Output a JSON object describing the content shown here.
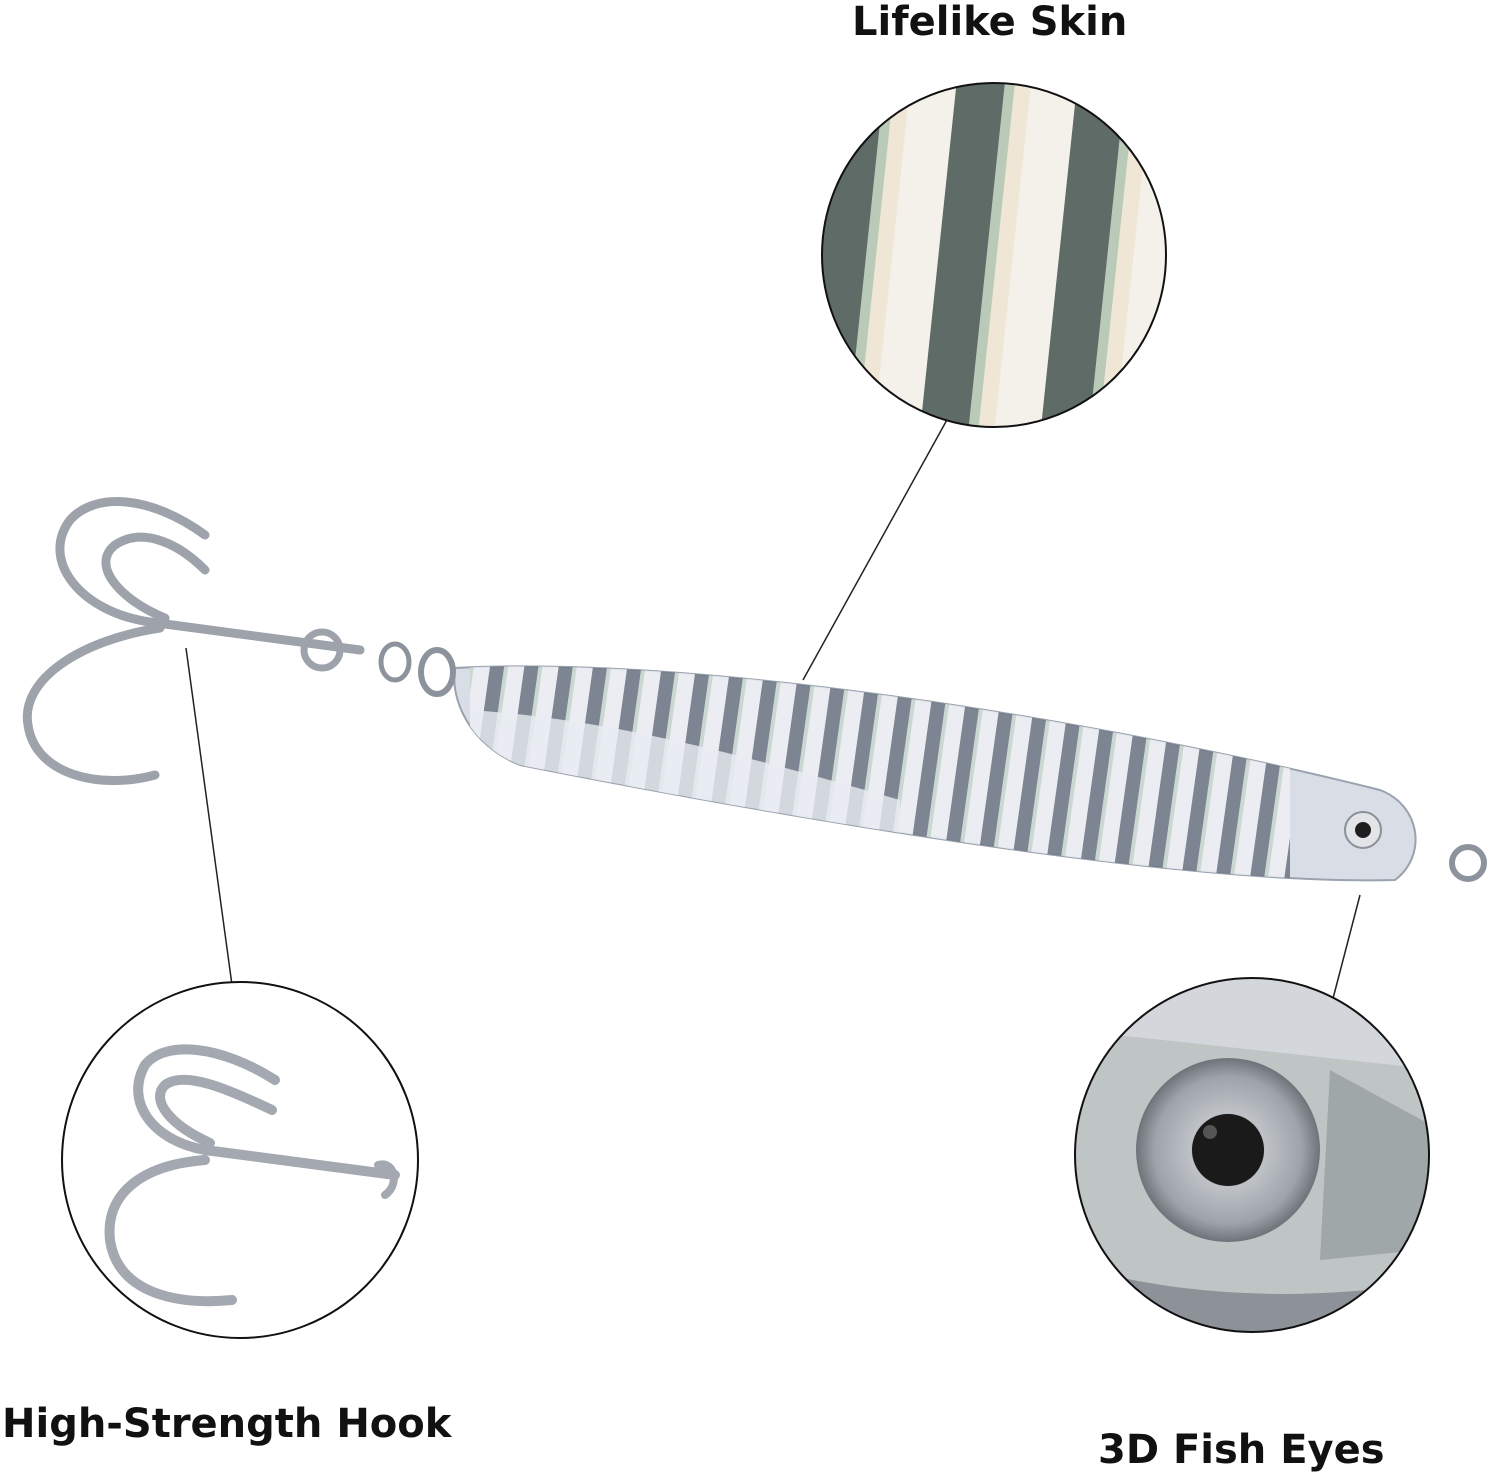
{
  "callouts": {
    "skin": "Lifelike Skin",
    "hook": "High-Strength Hook",
    "eyes": "3D Fish Eyes"
  },
  "colors": {
    "background": "#ffffff",
    "text": "#111111",
    "lure_silver": "#d8dbe3",
    "stripe_dark": "#5a6470",
    "hook_silver": "#a9adb5"
  },
  "icons": [
    "fishing-lure-icon",
    "treble-hook-icon",
    "fish-eye-icon"
  ]
}
